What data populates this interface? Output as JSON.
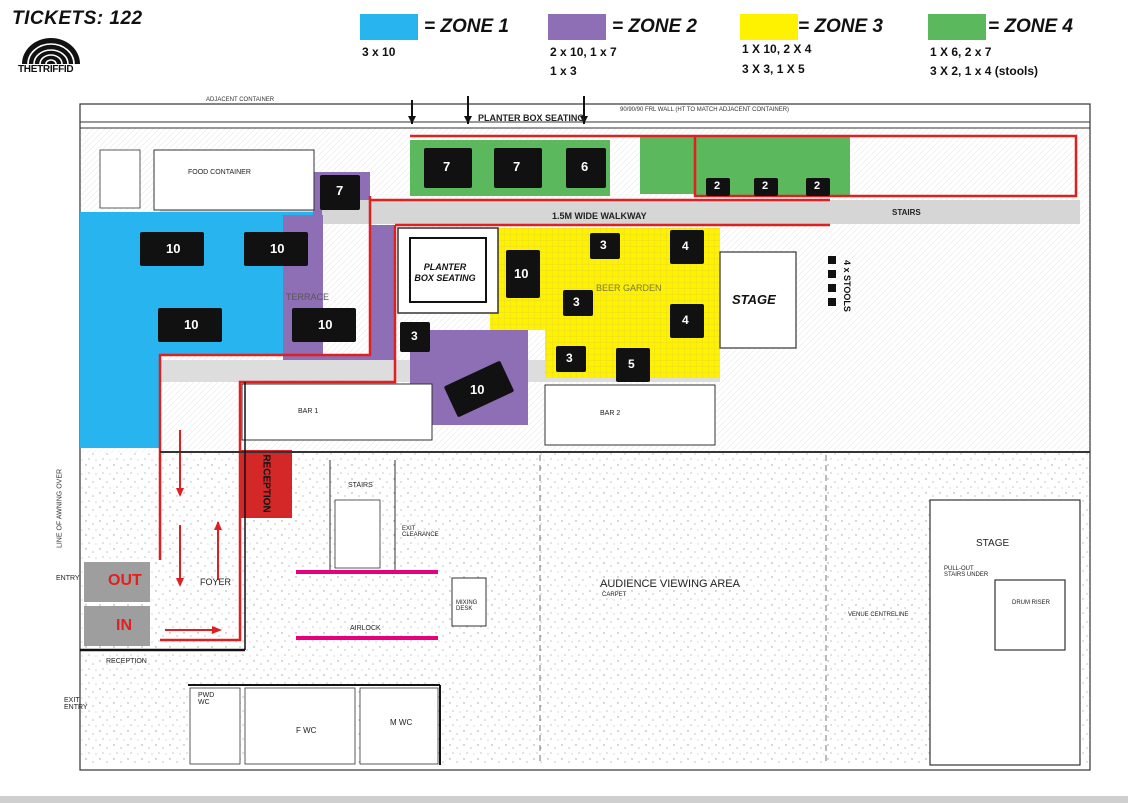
{
  "header": {
    "tickets": "TICKETS: 122",
    "logo_text": "THETRIFFID"
  },
  "legend": [
    {
      "label": "= ZONE 1",
      "color": "#27b4ef",
      "lines": [
        "3 x 10"
      ]
    },
    {
      "label": "= ZONE 2",
      "color": "#8e6fb5",
      "lines": [
        "2 x 10, 1 x 7",
        "1 x 3"
      ]
    },
    {
      "label": "= ZONE 3",
      "color": "#fff200",
      "lines": [
        "1 X 10, 2 X 4",
        "3 X 3, 1 X 5"
      ]
    },
    {
      "label": "= ZONE 4",
      "color": "#5cb85c",
      "lines": [
        "1 X 6, 2 x 7",
        "3 X 2, 1 x 4 (stools)"
      ]
    }
  ],
  "areas": {
    "planter_box_seating_top": "PLANTER BOX SEATING",
    "adjacent_container": "ADJACENT CONTAINER",
    "frl_wall": "90/90/90 FRL WALL (HT TO MATCH ADJACENT CONTAINER)",
    "walkway": "1.5M WIDE WALKWAY",
    "access_stairs": "STAIRS",
    "food_container": "FOOD CONTAINER",
    "terrace": "TERRACE",
    "planter_box_seating": "PLANTER BOX SEATING",
    "beer_garden": "BEER GARDEN",
    "stage_outdoor": "STAGE",
    "stools": "4 x STOOLS",
    "bar1": "BAR 1",
    "bar2": "BAR 2",
    "reception_red": "RECEPTION",
    "out": "OUT",
    "in": "IN",
    "foyer": "FOYER",
    "stairs": "STAIRS",
    "exit_clearance": "EXIT CLEARANCE",
    "airlock": "AIRLOCK",
    "mixing_desk": "MIXING DESK",
    "audience_area": "AUDIENCE VIEWING AREA",
    "carpet": "CARPET",
    "stage_indoor": "STAGE",
    "drum_riser": "DRUM RISER",
    "venue_centreline": "VENUE CENTRELINE",
    "pullout_stairs": "PULL-OUT STAIRS UNDER",
    "reception_small": "RECEPTION",
    "entry": "ENTRY",
    "exit_entry": "EXIT ENTRY",
    "pwd_wc": "PWD WC",
    "fwc": "F WC",
    "mwc": "M WC",
    "line_of_awning": "LINE OF AWNING OVER"
  },
  "tables": [
    {
      "seats": "10",
      "zone": 1
    },
    {
      "seats": "10",
      "zone": 1
    },
    {
      "seats": "10",
      "zone": 1
    },
    {
      "seats": "7",
      "zone": 2
    },
    {
      "seats": "10",
      "zone": 2
    },
    {
      "seats": "3",
      "zone": 2
    },
    {
      "seats": "10",
      "zone": 2
    },
    {
      "seats": "10",
      "zone": 3
    },
    {
      "seats": "3",
      "zone": 3
    },
    {
      "seats": "4",
      "zone": 3
    },
    {
      "seats": "3",
      "zone": 3
    },
    {
      "seats": "4",
      "zone": 3
    },
    {
      "seats": "3",
      "zone": 3
    },
    {
      "seats": "5",
      "zone": 3
    },
    {
      "seats": "7",
      "zone": 4
    },
    {
      "seats": "7",
      "zone": 4
    },
    {
      "seats": "6",
      "zone": 4
    },
    {
      "seats": "2",
      "zone": 4
    },
    {
      "seats": "2",
      "zone": 4
    },
    {
      "seats": "2",
      "zone": 4
    }
  ]
}
